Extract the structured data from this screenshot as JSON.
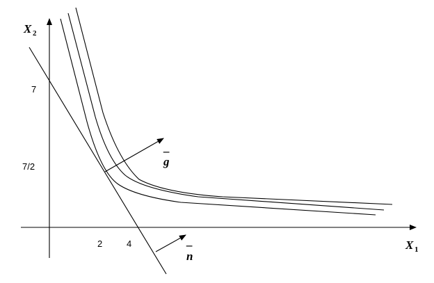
{
  "axes": {
    "x": {
      "letter": "X",
      "subscript": "1"
    },
    "y": {
      "letter": "X",
      "subscript": "2"
    }
  },
  "ticks": {
    "y_top": "7",
    "y_mid": "7/2",
    "x_left": "2",
    "x_right": "4"
  },
  "vectors": {
    "g": {
      "letter": "g",
      "bar": "_"
    },
    "n": {
      "letter": "n",
      "bar": "_"
    }
  },
  "colors": {
    "ink": "#000000",
    "background": "#ffffff"
  }
}
